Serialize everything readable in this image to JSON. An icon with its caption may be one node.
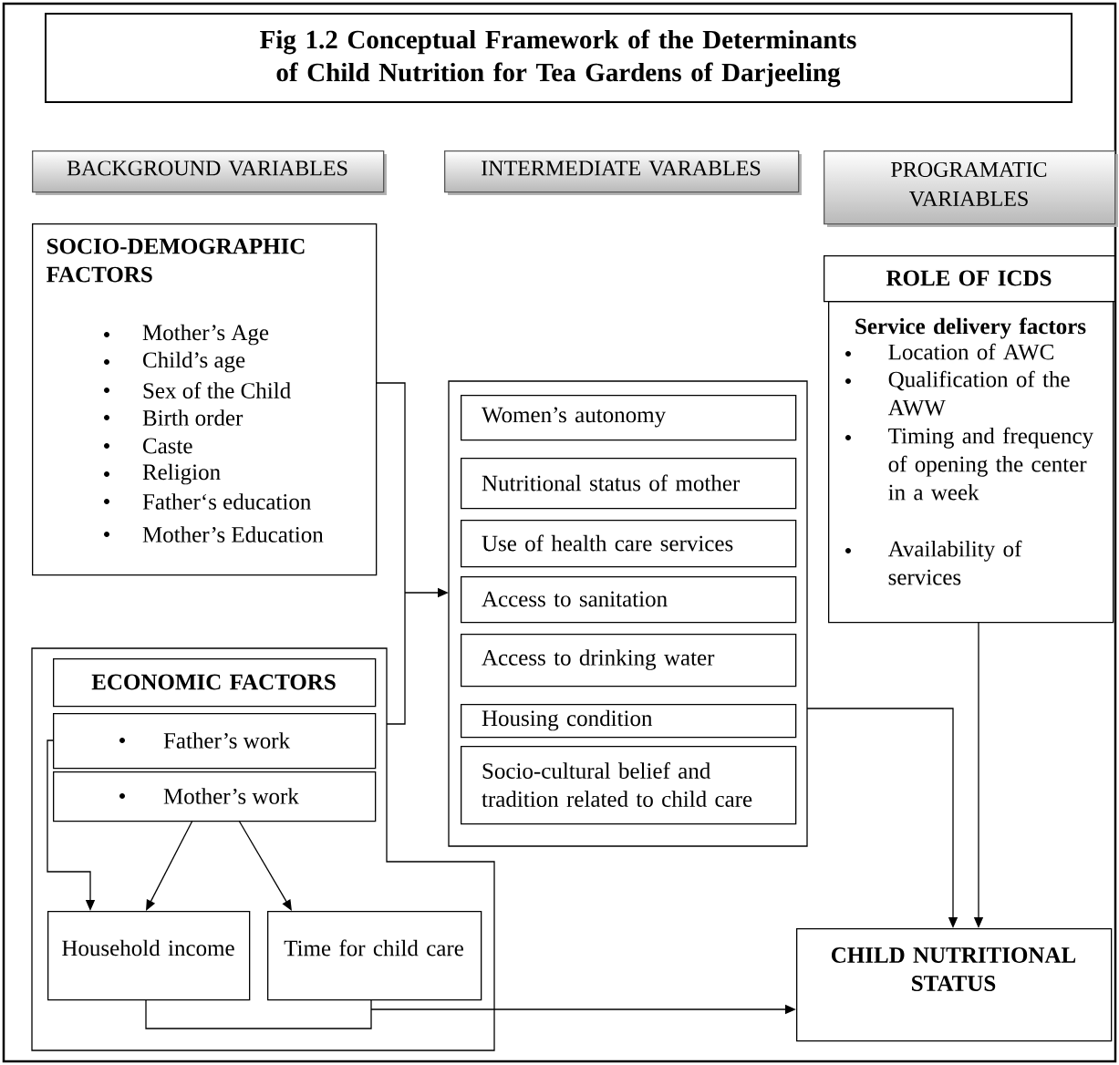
{
  "diagram": {
    "title": "Fig 1.2 Conceptual Framework of the Determinants of Child Nutrition for Tea Gardens of Darjeeling",
    "nodes": [
      {
        "text": [
          "BACKGROUND VARIABLES"
        ]
      },
      {
        "text": [
          "INTERMEDIATE VARABLES"
        ]
      },
      {
        "text": [
          "PROGRAMATIC VARIABLES"
        ]
      },
      {
        "text": [
          "SOCIO-DEMOGRAPHIC FACTORS",
          "Mother’s Age",
          "Child’s age",
          "Sex of the Child",
          "Birth order",
          "Caste",
          "Religion",
          "Father‘s education",
          "Mother’s Education"
        ]
      },
      {
        "text": [],
        "shape": "box"
      },
      {
        "text": [
          "ECONOMIC FACTORS"
        ],
        "in": 4
      },
      {
        "text": [
          "Father’s work"
        ],
        "in": 4
      },
      {
        "text": [
          "Mother’s work"
        ],
        "in": 4
      },
      {
        "text": [
          "Household income"
        ],
        "in": 4
      },
      {
        "text": [
          "Time for child care"
        ],
        "in": 4
      },
      {
        "text": [],
        "shape": "box"
      },
      {
        "text": [
          "Women’s autonomy"
        ],
        "in": 10
      },
      {
        "text": [
          "Nutritional status of mother"
        ],
        "in": 10
      },
      {
        "text": [
          "Use of health care services"
        ],
        "in": 10
      },
      {
        "text": [
          "Access to sanitation"
        ],
        "in": 10
      },
      {
        "text": [
          "Access to drinking water"
        ],
        "in": 10
      },
      {
        "text": [
          "Housing condition"
        ],
        "in": 10
      },
      {
        "text": [
          "Socio-cultural belief and tradition related to child care"
        ],
        "in": 10
      },
      {
        "text": [
          "ROLE OF ICDS"
        ]
      },
      {
        "text": [
          "Service delivery factors",
          "Location  of AWC",
          "Qualification of the AWW",
          "Timing and frequency of opening the center in a week",
          "Availability of services"
        ]
      },
      {
        "text": [
          "CHILD NUTRITIONAL STATUS"
        ]
      }
    ],
    "edges": [
      {
        "from": 6,
        "to": 8,
        "arrow": "to"
      },
      {
        "from": 7,
        "to": 8,
        "arrow": "to"
      },
      {
        "from": 7,
        "to": 9,
        "arrow": "to"
      },
      {
        "from": 3,
        "to": 10,
        "arrow": "to"
      },
      {
        "from": 4,
        "to": 10,
        "arrow": "to"
      },
      {
        "from": 10,
        "to": 20,
        "arrow": "to"
      },
      {
        "from": 19,
        "to": 20,
        "arrow": "to"
      },
      {
        "from": 8,
        "to": 20,
        "arrow": "to"
      },
      {
        "from": 9,
        "to": 20,
        "arrow": "to"
      }
    ]
  }
}
